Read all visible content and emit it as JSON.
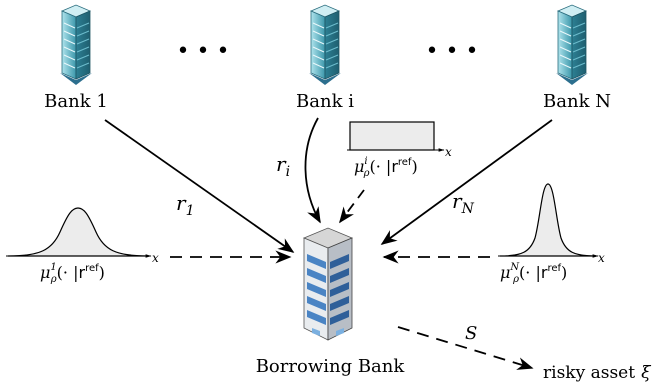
{
  "banks": [
    {
      "label": "Bank 1"
    },
    {
      "label": "Bank i"
    },
    {
      "label": "Bank N"
    }
  ],
  "ellipsis": "• • •",
  "borrower": {
    "label": "Borrowing Bank"
  },
  "rates": {
    "r1": {
      "base": "r",
      "sub": "1"
    },
    "ri": {
      "base": "r",
      "sub": "i"
    },
    "rN": {
      "base": "r",
      "sub": "N"
    }
  },
  "distributions": {
    "left": {
      "mu": "μ",
      "sub": "ρ",
      "sup": "1",
      "args_open": "(· |",
      "ref": "r",
      "refsup": "ref",
      "args_close": ")",
      "axis": "x",
      "shape": "bell"
    },
    "middle": {
      "mu": "μ",
      "sub": "ρ",
      "sup": "i",
      "args_open": "(· |",
      "ref": "r",
      "refsup": "ref",
      "args_close": ")",
      "axis": "x",
      "shape": "uniform"
    },
    "right": {
      "mu": "μ",
      "sub": "ρ",
      "sup": "N",
      "args_open": "(· |",
      "ref": "r",
      "refsup": "ref",
      "args_close": ")",
      "axis": "x",
      "shape": "narrow-bell"
    }
  },
  "investment": {
    "label": "S",
    "target": "risky asset",
    "symbol": "ξ"
  },
  "colors": {
    "building_light": "#8fd0dc",
    "building_dark": "#2e7e92",
    "borrower_blue": "#4a84c4",
    "fill_gray": "#ececec"
  }
}
